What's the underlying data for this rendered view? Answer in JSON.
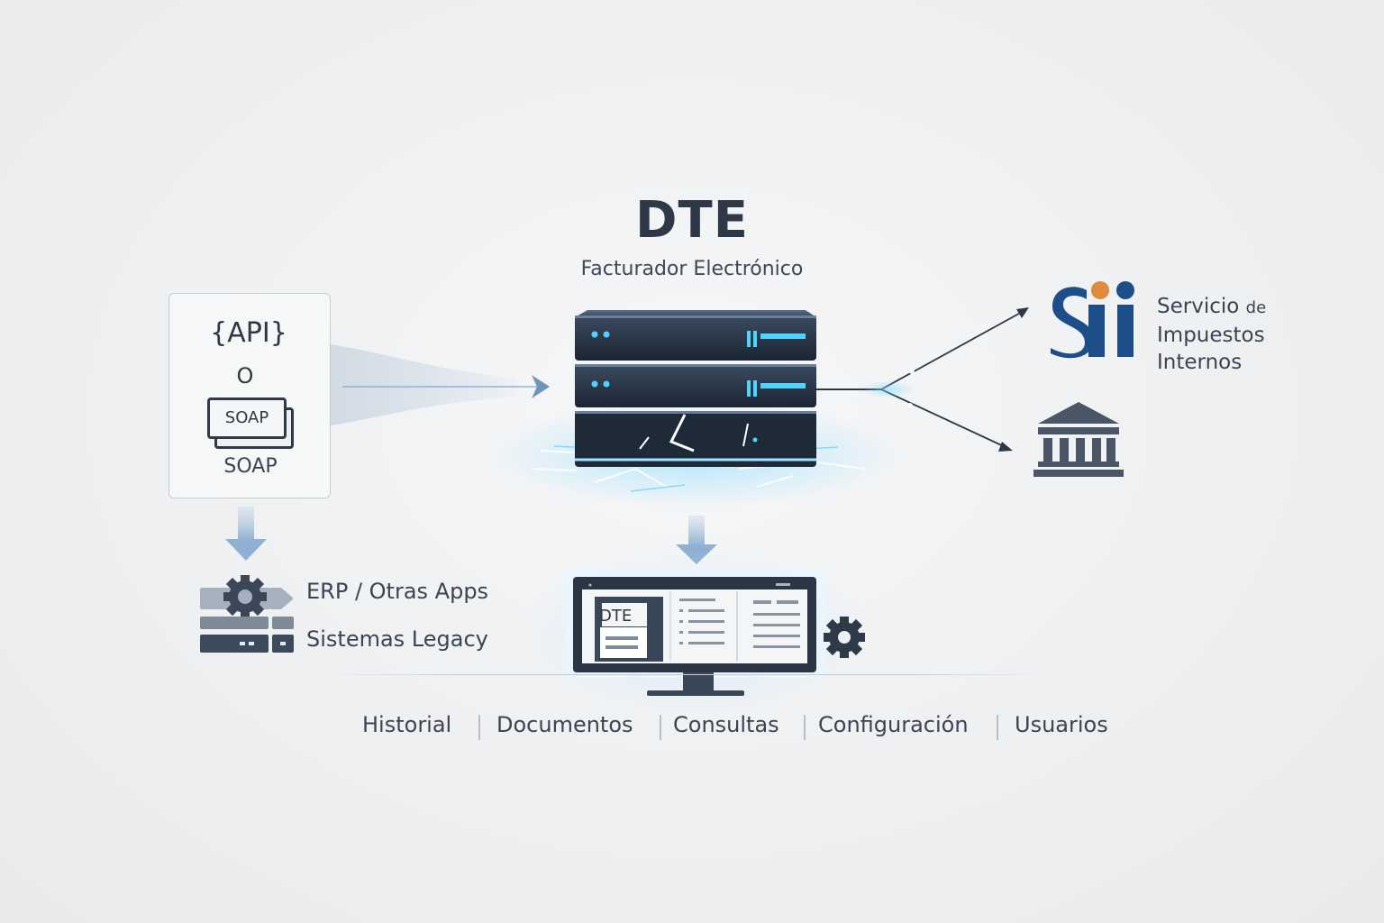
{
  "header": {
    "title": "DTE",
    "subtitle": "Facturador Electrónico"
  },
  "integration": {
    "api_label": "{API}",
    "or_label": "O",
    "soap_badge": "SOAP",
    "soap_caption": "SOAP"
  },
  "sources": {
    "items": [
      {
        "label": "ERP / Otras Apps"
      },
      {
        "label": "Sistemas Legacy"
      }
    ]
  },
  "destinations": {
    "sii": {
      "name_line1": "Servicio",
      "name_line1_small": "de",
      "name_line2": "Impuestos",
      "name_line3": "Internos"
    }
  },
  "dashboard": {
    "doc_label": "DTE"
  },
  "nav": {
    "items": [
      {
        "label": "Historial"
      },
      {
        "label": "Documentos"
      },
      {
        "label": "Consultas"
      },
      {
        "label": "Configuración"
      },
      {
        "label": "Usuarios"
      }
    ]
  },
  "colors": {
    "accent_glow": "#3fc8ff",
    "server_dark": "#1f2a38",
    "sii_blue": "#1d4e8a",
    "sii_orange": "#e08a3c",
    "text_dark": "#2e3846"
  }
}
